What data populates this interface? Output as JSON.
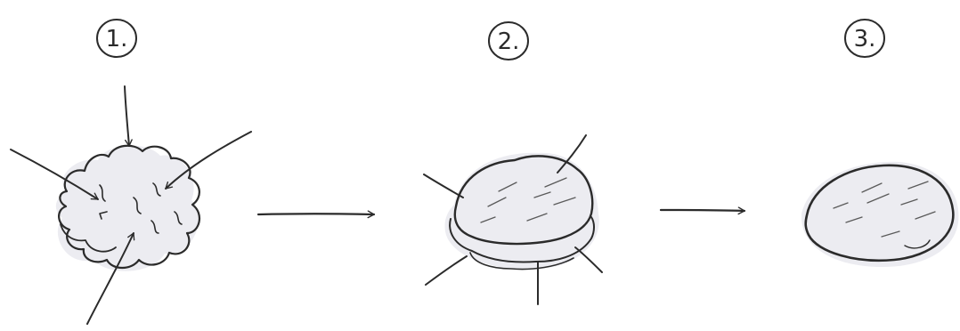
{
  "steps": [
    {
      "number": "1.",
      "state": "irregular fluffy mass"
    },
    {
      "number": "2.",
      "state": "compressed disc"
    },
    {
      "number": "3.",
      "state": "smooth rounded stone"
    }
  ]
}
